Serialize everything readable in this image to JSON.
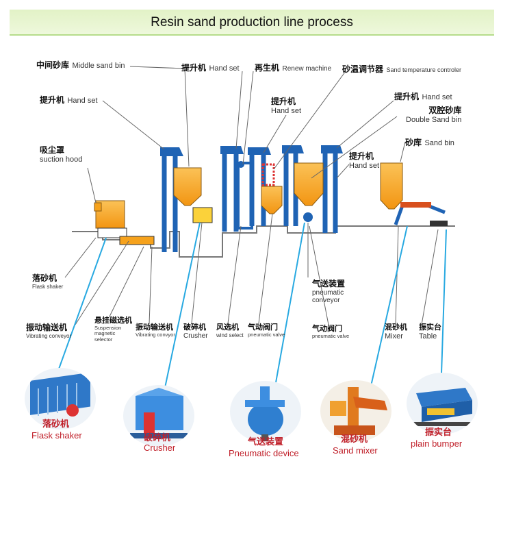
{
  "title": "Resin sand production line process",
  "labels": {
    "middle_sand_bin": {
      "zh": "中间砂库",
      "en": "Middle sand bin"
    },
    "hand_set_left": {
      "zh": "提升机",
      "en": "Hand set"
    },
    "suction_hood": {
      "zh": "吸尘罩",
      "en": "suction hood"
    },
    "hand_set_top": {
      "zh": "提升机",
      "en": "Hand set"
    },
    "renew_machine": {
      "zh": "再生机",
      "en": "Renew machine"
    },
    "sand_temp": {
      "zh": "砂温调节器",
      "en": "Sand temperature controler"
    },
    "hand_set_mid": {
      "zh": "提升机",
      "en": "Hand set"
    },
    "hand_set_right": {
      "zh": "提升机",
      "en": "Hand set"
    },
    "double_sand_bin": {
      "zh": "双腔砂库",
      "en": "Double Sand bin"
    },
    "sand_bin": {
      "zh": "砂库",
      "en": "Sand bin"
    },
    "hand_set_lower": {
      "zh": "提升机",
      "en": "Hand set"
    },
    "flask_shaker": {
      "zh": "落砂机",
      "en": "Flask shaker"
    },
    "pneumatic_conveyor": {
      "zh": "气送装置",
      "en1": "pneumatic",
      "en2": "conveyor"
    },
    "vibrating_conveyor": {
      "zh": "振动输送机",
      "en": "Vibrating conveyor"
    },
    "suspension_selector": {
      "zh": "悬挂磁选机",
      "en1": "Suspension",
      "en2": "magnetic",
      "en3": "selector"
    },
    "vibrating_conveyor2": {
      "zh": "振动输送机",
      "en": "Vibrating convyor"
    },
    "crusher": {
      "zh": "破碎机",
      "en": "Crusher"
    },
    "wind_select": {
      "zh": "风选机",
      "en": "wind select"
    },
    "pneumatic_valve": {
      "zh": "气动阀门",
      "en": "pneumatic valve"
    },
    "pneumatic_valve2": {
      "zh": "气动阀门",
      "en": "pneumatic valve"
    },
    "mixer": {
      "zh": "混砂机",
      "en": "Mixer"
    },
    "table": {
      "zh": "振实台",
      "en": "Table"
    }
  },
  "thumbnails": [
    {
      "zh": "落砂机",
      "en": "Flask shaker",
      "icon": "flask-shaker-photo"
    },
    {
      "zh": "破碎机",
      "en": "Crusher",
      "icon": "crusher-photo"
    },
    {
      "zh": "气送装置",
      "en": "Pneumatic device",
      "icon": "pneumatic-device-photo"
    },
    {
      "zh": "混砂机",
      "en": "Sand mixer",
      "icon": "sand-mixer-photo"
    },
    {
      "zh": "振实台",
      "en": "plain bumper",
      "icon": "plain-bumper-photo"
    }
  ],
  "colors": {
    "elevator_blue": "#1f63b4",
    "hopper_orange": "#f6a21c",
    "banner_green": "#e6f4cf",
    "pointer_cyan": "#28a9e1",
    "caption_red": "#c0202a"
  }
}
